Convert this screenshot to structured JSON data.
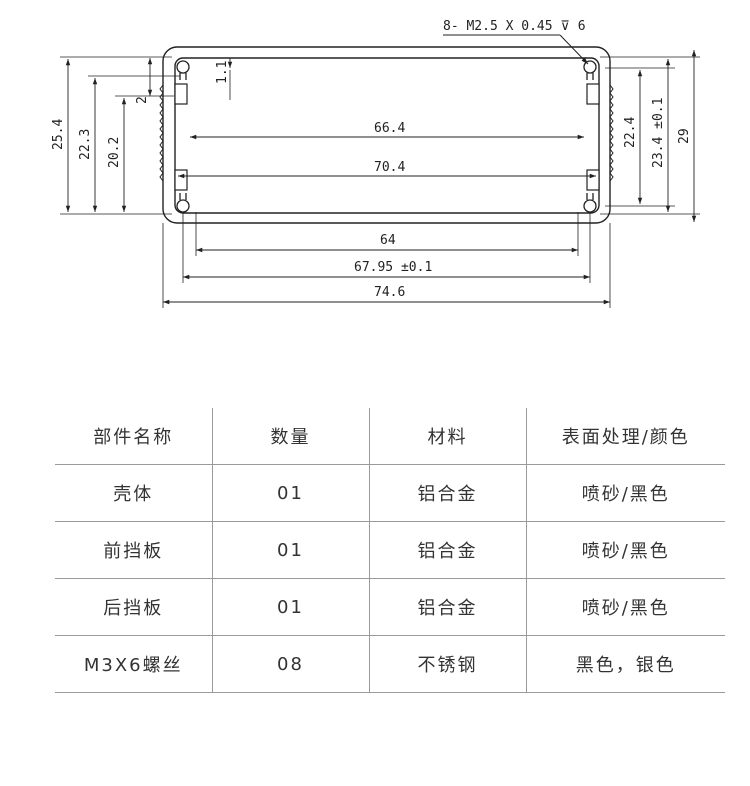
{
  "drawing": {
    "thread_note": "8- M2.5 X 0.45 ⊽ 6",
    "dims": {
      "d_1_1": "1.1",
      "d_2": "2",
      "d_25_4": "25.4",
      "d_22_3": "22.3",
      "d_20_2": "20.2",
      "d_66_4": "66.4",
      "d_70_4": "70.4",
      "d_64": "64",
      "d_67_95": "67.95 ±0.1",
      "d_74_6": "74.6",
      "d_22_4": "22.4",
      "d_23_4": "23.4 ±0.1",
      "d_29": "29"
    }
  },
  "table": {
    "headers": [
      "部件名称",
      "数量",
      "材料",
      "表面处理/颜色"
    ],
    "rows": [
      [
        "壳体",
        "01",
        "铝合金",
        "喷砂/黑色"
      ],
      [
        "前挡板",
        "01",
        "铝合金",
        "喷砂/黑色"
      ],
      [
        "后挡板",
        "01",
        "铝合金",
        "喷砂/黑色"
      ],
      [
        "M3X6螺丝",
        "08",
        "不锈钢",
        "黑色，银色"
      ]
    ]
  }
}
